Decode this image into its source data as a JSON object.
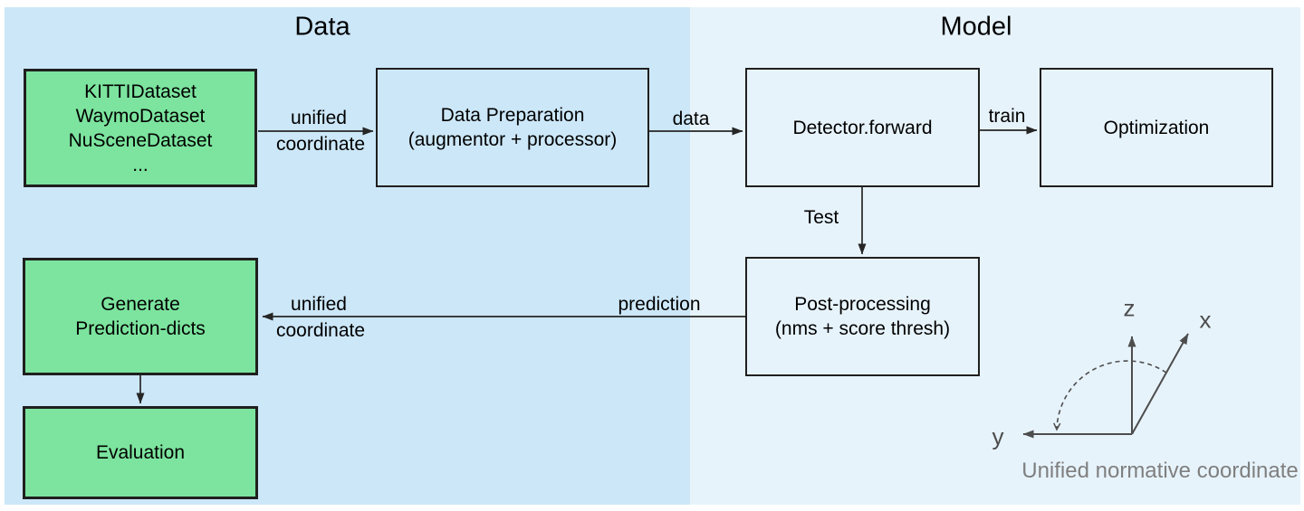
{
  "titles": {
    "data": "Data",
    "model": "Model"
  },
  "boxes": {
    "datasets": {
      "line1": "KITTIDataset",
      "line2": "WaymoDataset",
      "line3": "NuSceneDataset",
      "line4": "..."
    },
    "data_preparation": {
      "line1": "Data Preparation",
      "line2": "(augmentor + processor)"
    },
    "detector": {
      "label": "Detector.forward"
    },
    "optimization": {
      "label": "Optimization"
    },
    "post_processing": {
      "line1": "Post-processing",
      "line2": "(nms + score thresh)"
    },
    "generate": {
      "line1": "Generate",
      "line2": "Prediction-dicts"
    },
    "evaluation": {
      "label": "Evaluation"
    }
  },
  "edge_labels": {
    "unified_top_line1": "unified",
    "unified_top_line2": "coordinate",
    "data": "data",
    "train": "train",
    "test": "Test",
    "prediction": "prediction",
    "unified_bottom_line1": "unified",
    "unified_bottom_line2": "coordinate"
  },
  "axes": {
    "z": "z",
    "x": "x",
    "y": "y",
    "caption": "Unified normative coordinate"
  },
  "colors": {
    "left_section_bg": "#cce7f8",
    "right_section_bg": "#e7f3fb",
    "green_box_fill": "#7ce49e",
    "box_border": "#1f1f1f",
    "arrow": "#262626",
    "axis": "#4d4d4d",
    "caption_text": "#7f7f7f"
  }
}
